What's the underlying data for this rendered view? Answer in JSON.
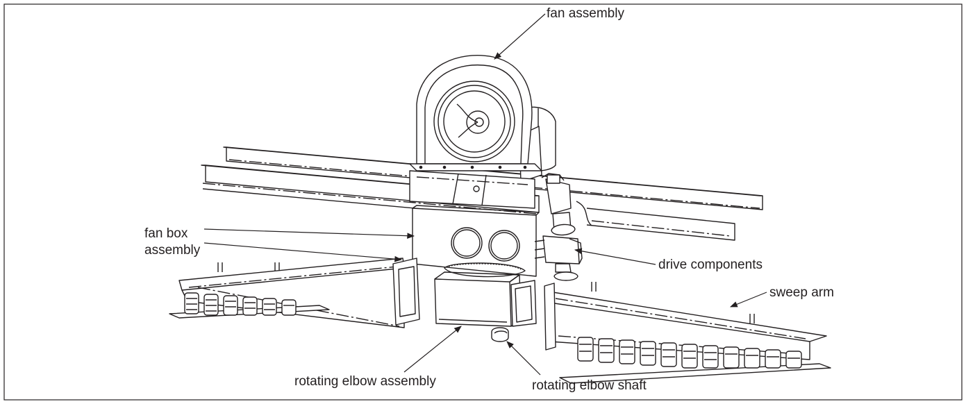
{
  "diagram": {
    "ink_color": "#231f20",
    "background_color": "#ffffff",
    "callouts": {
      "fan_assembly": "fan assembly",
      "fan_box_assembly_line1": "fan box",
      "fan_box_assembly_line2": "assembly",
      "drive_components": "drive components",
      "sweep_arm": "sweep arm",
      "rotating_elbow_assembly": "rotating elbow assembly",
      "rotating_elbow_shaft": "rotating elbow shaft"
    }
  }
}
